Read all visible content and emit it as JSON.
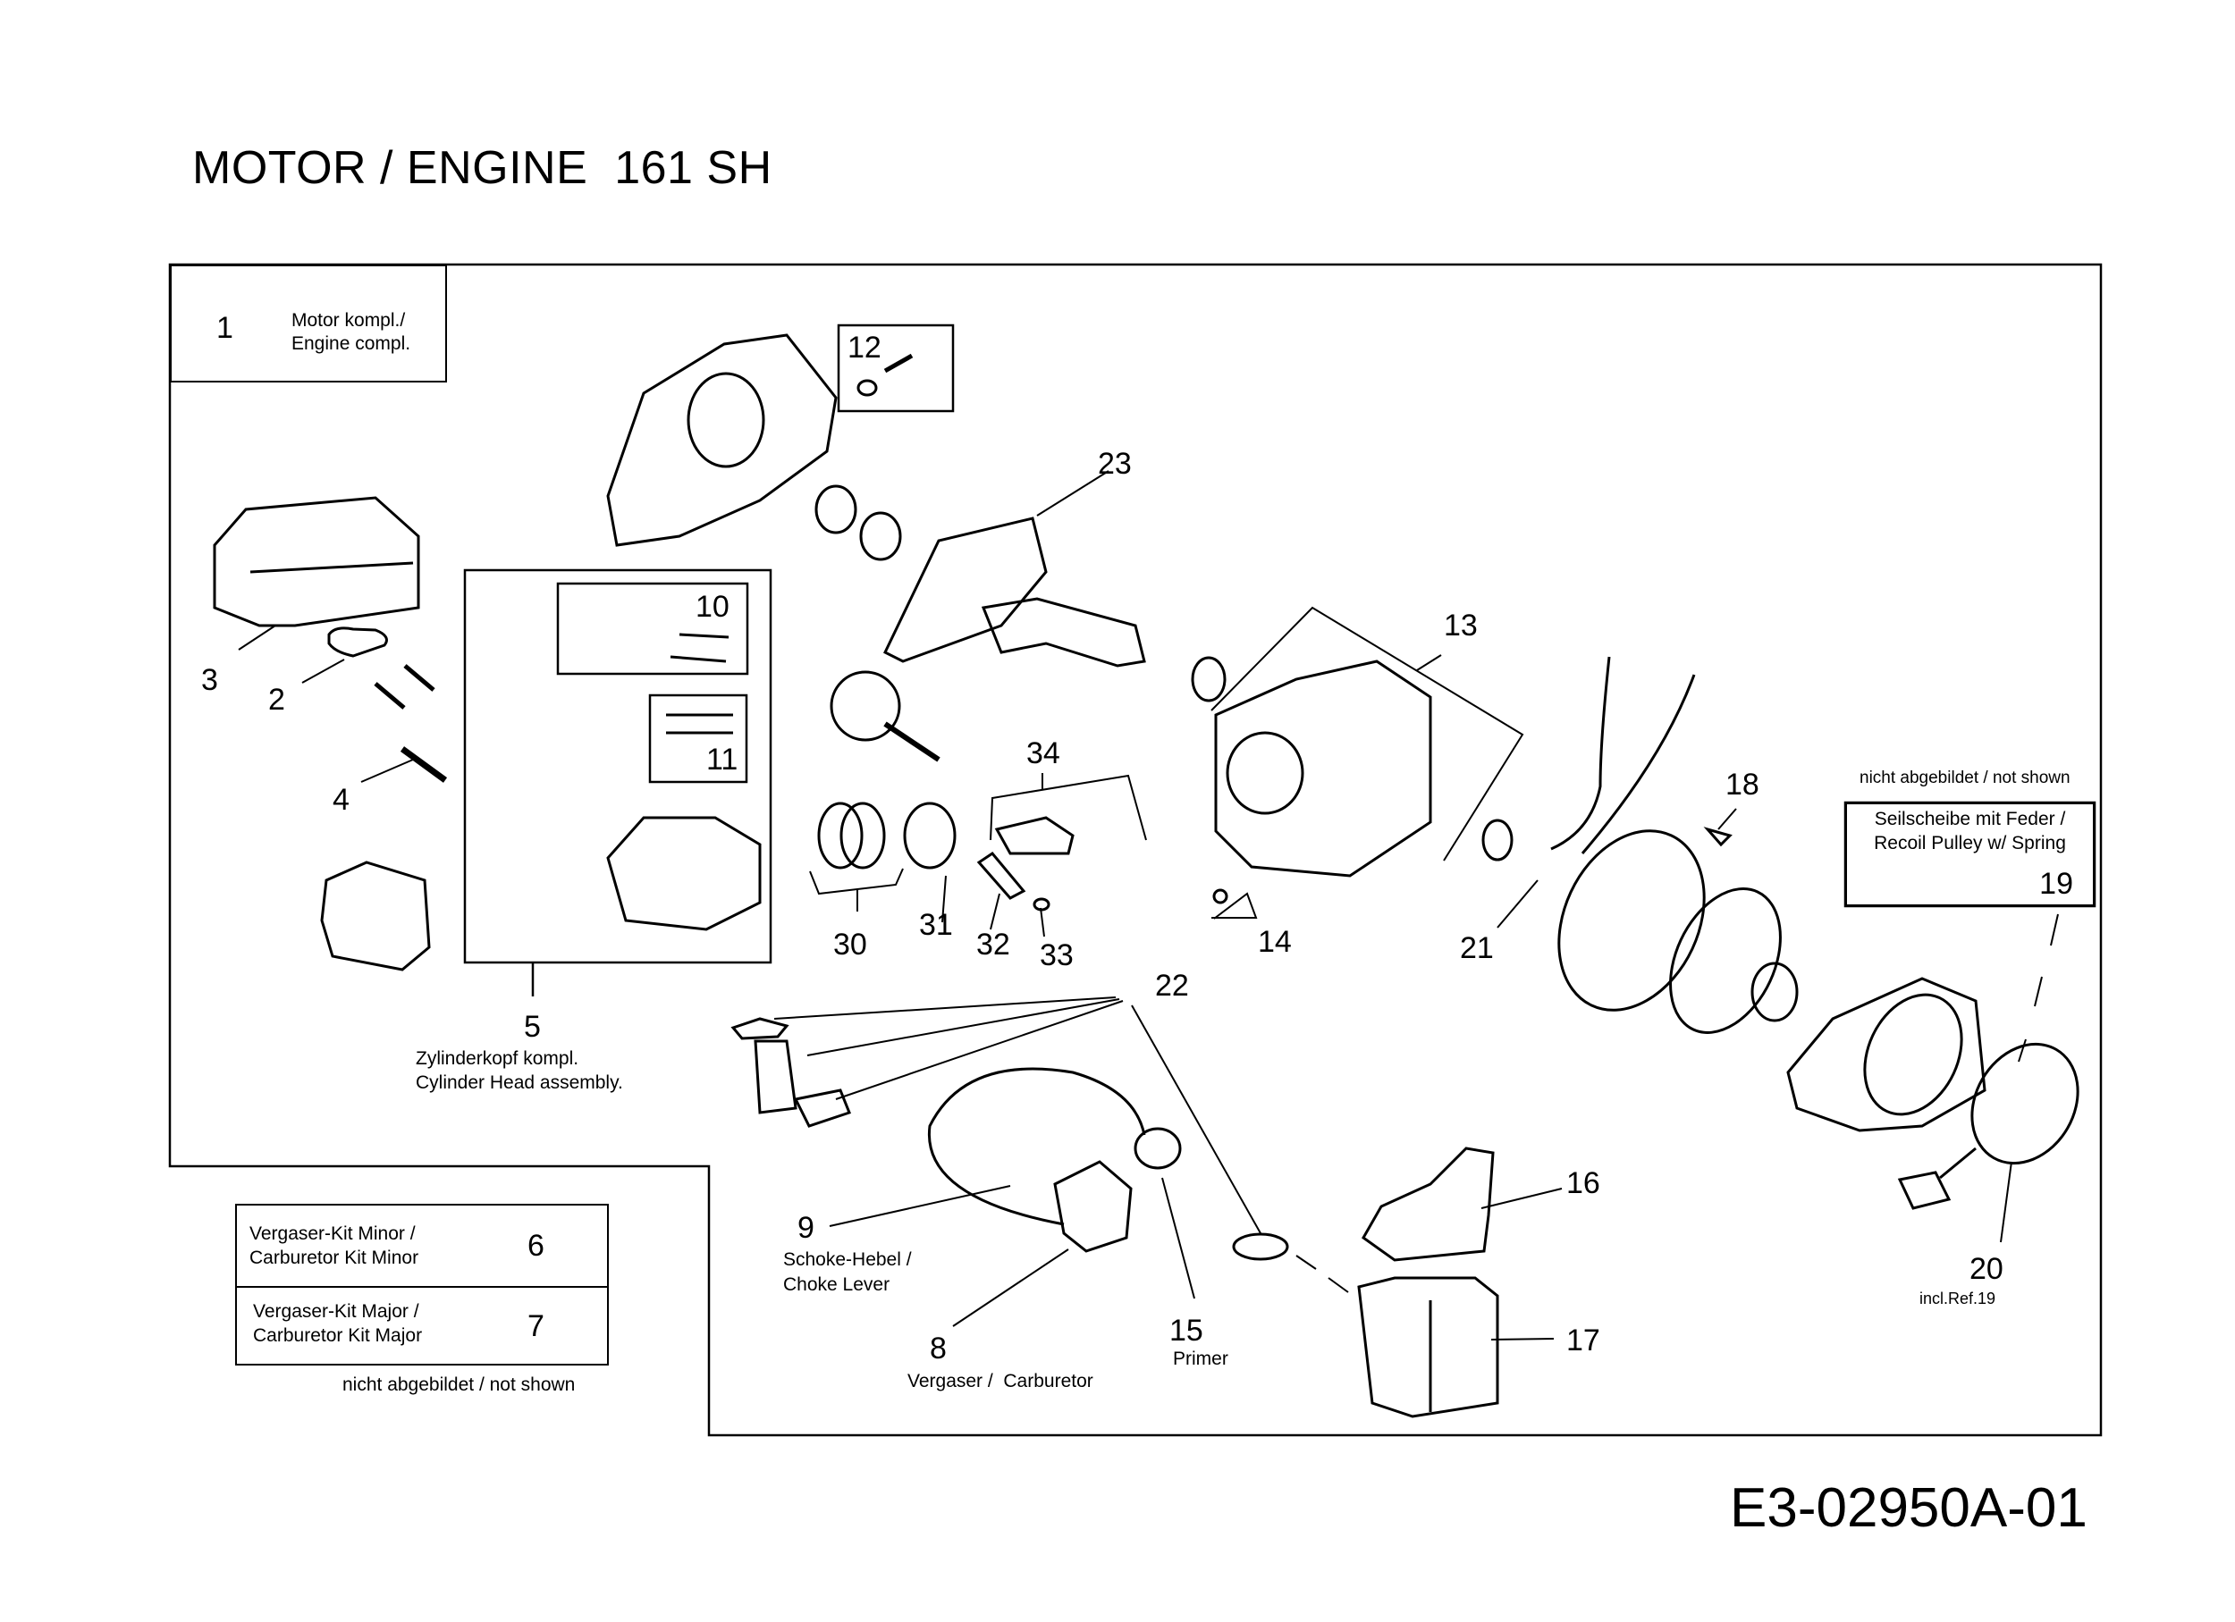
{
  "title": "MOTOR / ENGINE  161 SH",
  "document_number": "E3-02950A-01",
  "legend_box": {
    "ref": "1",
    "line1": "Motor kompl./",
    "line2": "Engine compl."
  },
  "not_shown_note": "nicht abgebildet / not shown",
  "recoil_box": {
    "note": "nicht abgebildet / not shown",
    "line1": "Seilscheibe mit Feder /",
    "line2": "Recoil Pulley w/ Spring",
    "ref": "19"
  },
  "carburetor_kits": {
    "rows": [
      {
        "line1": "Vergaser-Kit  Minor /",
        "line2": "Carburetor Kit  Minor",
        "ref": "6"
      },
      {
        "line1": "Vergaser-Kit  Major /",
        "line2": "Carburetor Kit  Major",
        "ref": "7"
      }
    ],
    "note": "nicht abgebildet / not shown"
  },
  "callouts": {
    "c2": "2",
    "c3": "3",
    "c4": "4",
    "c5": "5",
    "c8": "8",
    "c9": "9",
    "c10": "10",
    "c11": "11",
    "c12": "12",
    "c13": "13",
    "c14": "14",
    "c15": "15",
    "c16": "16",
    "c17": "17",
    "c18": "18",
    "c20": "20",
    "c21": "21",
    "c22": "22",
    "c23": "23",
    "c30": "30",
    "c31": "31",
    "c32": "32",
    "c33": "33",
    "c34": "34"
  },
  "part_labels": {
    "cylinder_head_1": "Zylinderkopf kompl.",
    "cylinder_head_2": "Cylinder Head assembly.",
    "choke_1": "Schoke-Hebel /",
    "choke_2": "Choke Lever",
    "carburetor": "Vergaser /  Carburetor",
    "primer": "Primer",
    "recoil_incl": "incl.Ref.19"
  }
}
